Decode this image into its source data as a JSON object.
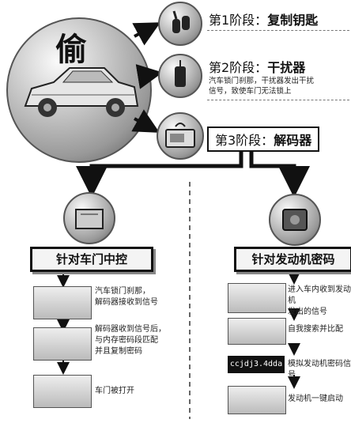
{
  "theft_char": "偷",
  "stages": [
    {
      "prefix": "第1阶段：",
      "title": "复制钥匙"
    },
    {
      "prefix": "第2阶段：",
      "title": "干扰器",
      "desc_line1": "汽车锁门刹那，干扰器发出干扰",
      "desc_line2": "信号，致使车门无法锁上"
    },
    {
      "prefix": "第3阶段：",
      "title": "解码器"
    }
  ],
  "left_branch": {
    "title": "针对车门中控",
    "steps": [
      {
        "line1": "汽车锁门刹那，",
        "line2": "解码器接收到信号"
      },
      {
        "line1": "解码器收到信号后，",
        "line2": "与内存密码段匹配",
        "line3": "并且复制密码"
      },
      {
        "line1": "车门被打开"
      }
    ]
  },
  "right_branch": {
    "title": "针对发动机密码",
    "code_label": "ccjdj3.4dda",
    "steps": [
      {
        "line1": "进入车内收到发动机",
        "line2": "发出的信号"
      },
      {
        "line1": "自我搜索并比配"
      },
      {
        "line1": "模拟发动机密码信号"
      },
      {
        "line1": "发动机一键启动"
      }
    ]
  }
}
